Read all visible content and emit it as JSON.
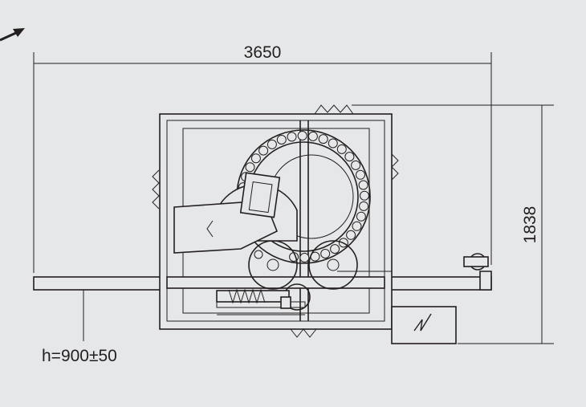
{
  "dimensions": {
    "length": "3650",
    "width": "1838",
    "height": "h=900±50"
  },
  "colors": {
    "background": "#e6e7e8",
    "line": "#231f20"
  },
  "icons": {
    "direction_arrow": "arrow-icon",
    "electric_cabinet_symbol": "lightning-icon"
  }
}
